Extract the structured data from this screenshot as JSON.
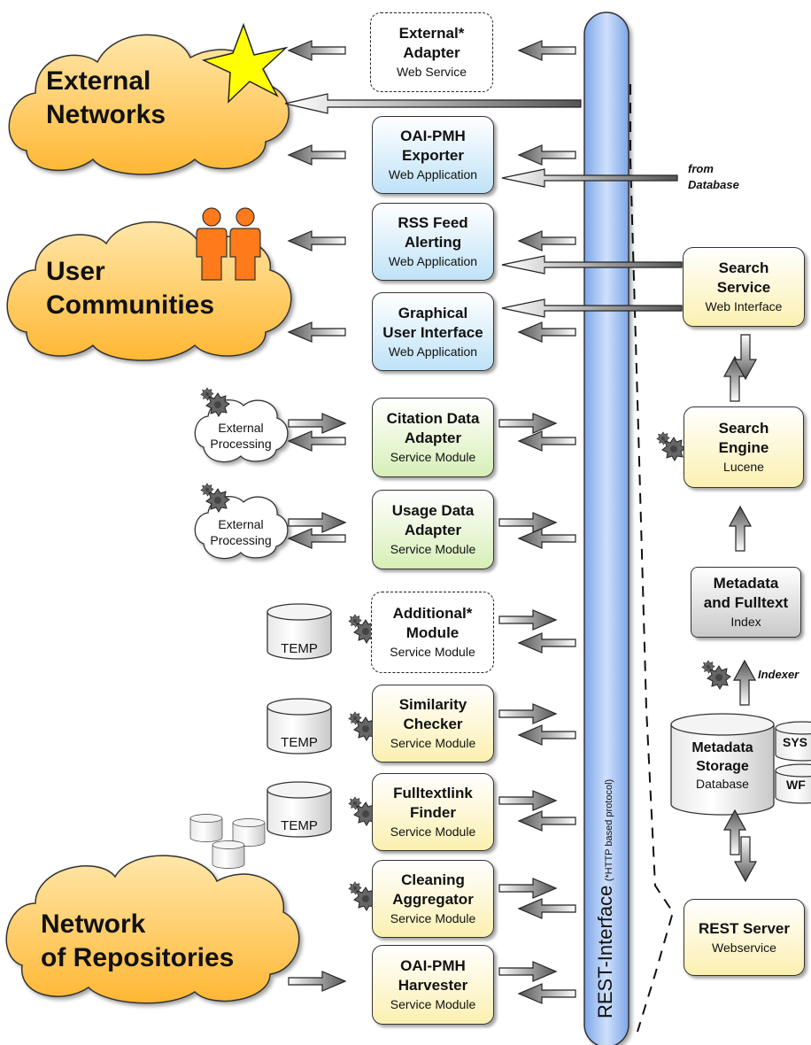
{
  "clouds": {
    "external_networks": [
      "External",
      "Networks"
    ],
    "user_communities": [
      "User",
      "Communities"
    ],
    "network_of_repositories": [
      "Network",
      "of Repositories"
    ]
  },
  "external_processing": [
    "External",
    "Processing"
  ],
  "modules": [
    {
      "id": "external_adapter",
      "title": [
        "External*",
        "Adapter"
      ],
      "sub": "Web Service",
      "style": "dashed"
    },
    {
      "id": "oai_pmh_exporter",
      "title": [
        "OAI-PMH",
        "Exporter"
      ],
      "sub": "Web Application",
      "style": "blue"
    },
    {
      "id": "rss_feed_alerting",
      "title": [
        "RSS Feed",
        "Alerting"
      ],
      "sub": "Web Application",
      "style": "blue"
    },
    {
      "id": "graphical_user_interface",
      "title": [
        "Graphical",
        "User Interface"
      ],
      "sub": "Web Application",
      "style": "blue"
    },
    {
      "id": "citation_data_adapter",
      "title": [
        "Citation Data",
        "Adapter"
      ],
      "sub": "Service Module",
      "style": "green"
    },
    {
      "id": "usage_data_adapter",
      "title": [
        "Usage Data",
        "Adapter"
      ],
      "sub": "Service Module",
      "style": "green"
    },
    {
      "id": "additional_module",
      "title": [
        "Additional*",
        "Module"
      ],
      "sub": "Service Module",
      "style": "dashed"
    },
    {
      "id": "similarity_checker",
      "title": [
        "Similarity",
        "Checker"
      ],
      "sub": "Service Module",
      "style": "yellow"
    },
    {
      "id": "fulltextlink_finder",
      "title": [
        "Fulltextlink",
        "Finder"
      ],
      "sub": "Service Module",
      "style": "yellow"
    },
    {
      "id": "cleaning_aggregator",
      "title": [
        "Cleaning",
        "Aggregator"
      ],
      "sub": "Service Module",
      "style": "yellow"
    },
    {
      "id": "oai_pmh_harvester",
      "title": [
        "OAI-PMH",
        "Harvester"
      ],
      "sub": "Service Module",
      "style": "yellow"
    }
  ],
  "right_boxes": {
    "search_service": {
      "title": [
        "Search",
        "Service"
      ],
      "sub": "Web Interface"
    },
    "search_engine": {
      "title": [
        "Search",
        "Engine"
      ],
      "sub": "Lucene"
    },
    "metadata_fulltext_index": {
      "title": [
        "Metadata",
        "and Fulltext"
      ],
      "sub": "Index"
    },
    "rest_server": {
      "title": [
        "REST Server"
      ],
      "sub": "Webservice"
    }
  },
  "metadata_storage": {
    "title": [
      "Metadata",
      "Storage"
    ],
    "sub": "Database"
  },
  "side_dbs": [
    "SYS",
    "WF"
  ],
  "temp_label": "TEMP",
  "from_database": [
    "from",
    "Database"
  ],
  "indexer_label": "Indexer",
  "rest_interface": {
    "label": "REST-Interface",
    "note": "(*HTTP based protocol)"
  },
  "colors": {
    "cloud": "#ffc34a",
    "star": "#ffff00",
    "people": "#ff7a1a",
    "bus": "#9fbef0"
  }
}
